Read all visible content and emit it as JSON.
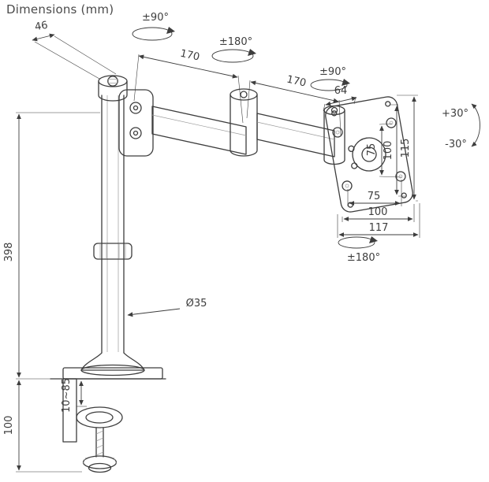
{
  "title": "Dimensions (mm)",
  "colors": {
    "line": "#3d3d3d",
    "background": "#ffffff"
  },
  "dimensions": {
    "cap_width": "46",
    "arm1_length": "170",
    "arm2_length": "170",
    "head_width": "64",
    "vesa_hole_spacing_v": "75",
    "vesa_plate_height": "100",
    "vesa_total_height": "115",
    "vesa_hole_spacing_h": "75",
    "vesa_plate_width": "100",
    "vesa_total_width": "117",
    "pole_height": "398",
    "pole_diameter": "Ø35",
    "clamp_range": "10~85",
    "clamp_height": "100"
  },
  "rotations": {
    "pole_swivel": "±90°",
    "arm_swivel": "±180°",
    "head_swivel": "±90°",
    "tilt_up": "+30°",
    "tilt_down": "-30°",
    "vesa_rotate": "±180°"
  }
}
